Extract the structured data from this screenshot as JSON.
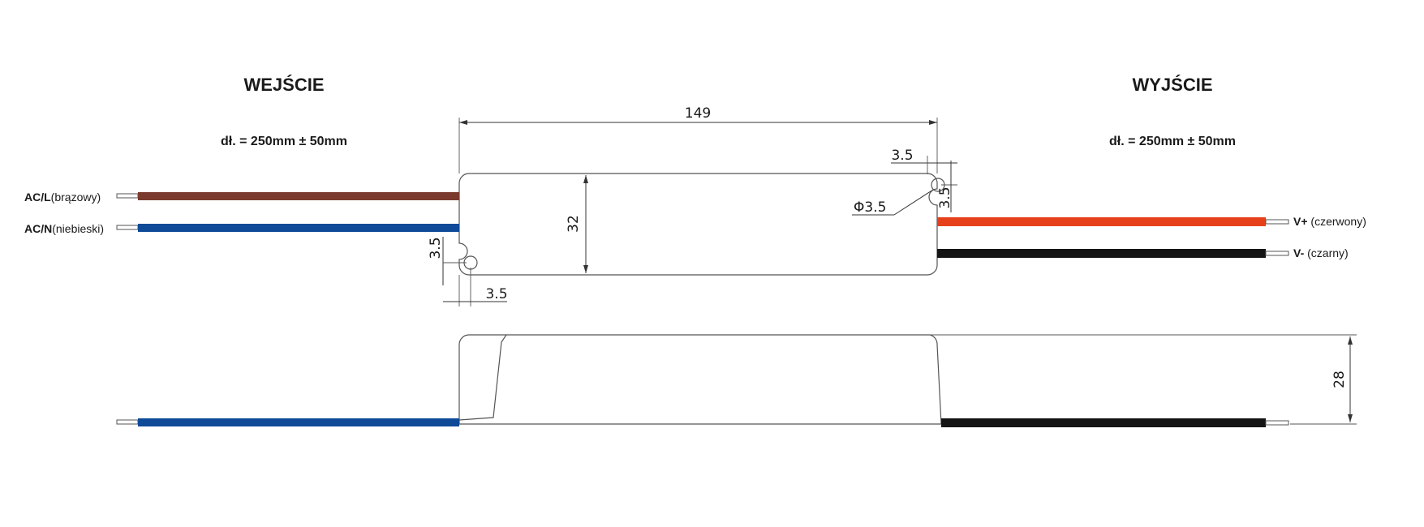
{
  "input": {
    "title": "WEJŚCIE",
    "length": "dł. = 250mm ± 50mm",
    "wires": [
      {
        "id": "AC/L",
        "desc": "(brązowy)",
        "color": "#7a3b2e"
      },
      {
        "id": "AC/N",
        "desc": "(niebieski)",
        "color": "#0e4a98"
      }
    ]
  },
  "output": {
    "title": "WYJŚCIE",
    "length": "dł. = 250mm ± 50mm",
    "wires": [
      {
        "id": "V+",
        "desc": " (czerwony)",
        "color": "#e6401a"
      },
      {
        "id": "V-",
        "desc": " (czarny)",
        "color": "#141414"
      }
    ]
  },
  "dimensions": {
    "length": "149",
    "width": "32",
    "height": "28",
    "hole_offset_top": "3.5",
    "hole_offset_side": "3.5",
    "hole_diameter": "Φ3.5",
    "hole_offset_bottom": "3.5",
    "hole_offset_left": "3.5"
  }
}
